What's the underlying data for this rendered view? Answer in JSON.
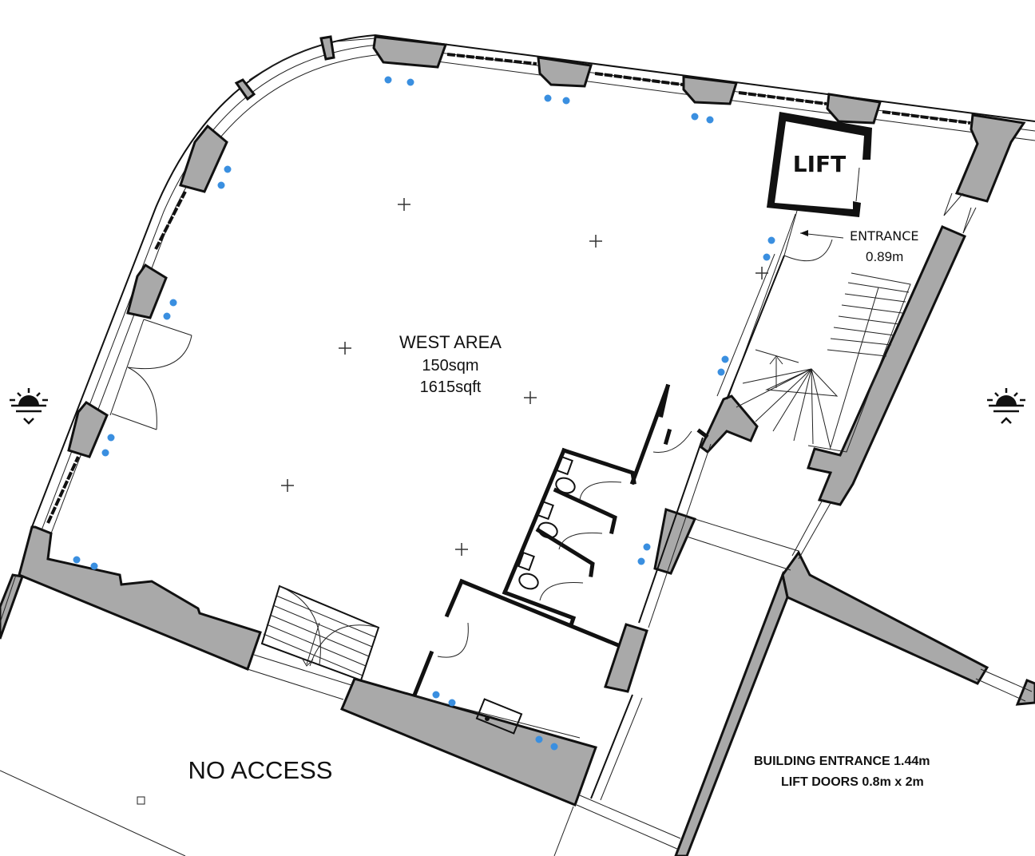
{
  "rooms": {
    "west_area": {
      "name": "WEST AREA",
      "size_sqm": "150sqm",
      "size_sqft": "1615sqft"
    },
    "lift": {
      "name": "LIFT"
    },
    "entrance": {
      "label": "ENTRANCE",
      "width": "0.89m"
    },
    "no_access": {
      "label": "NO ACCESS"
    }
  },
  "notes": {
    "building_entrance": "BUILDING ENTRANCE 1.44m",
    "lift_doors": "LIFT DOORS 0.8m x 2m"
  },
  "icons": {
    "left": "sunset-icon",
    "right": "sunrise-icon"
  },
  "colors": {
    "wall_fill": "#a9a9a9",
    "socket_dot": "#3a8fe0",
    "line": "#111111"
  }
}
